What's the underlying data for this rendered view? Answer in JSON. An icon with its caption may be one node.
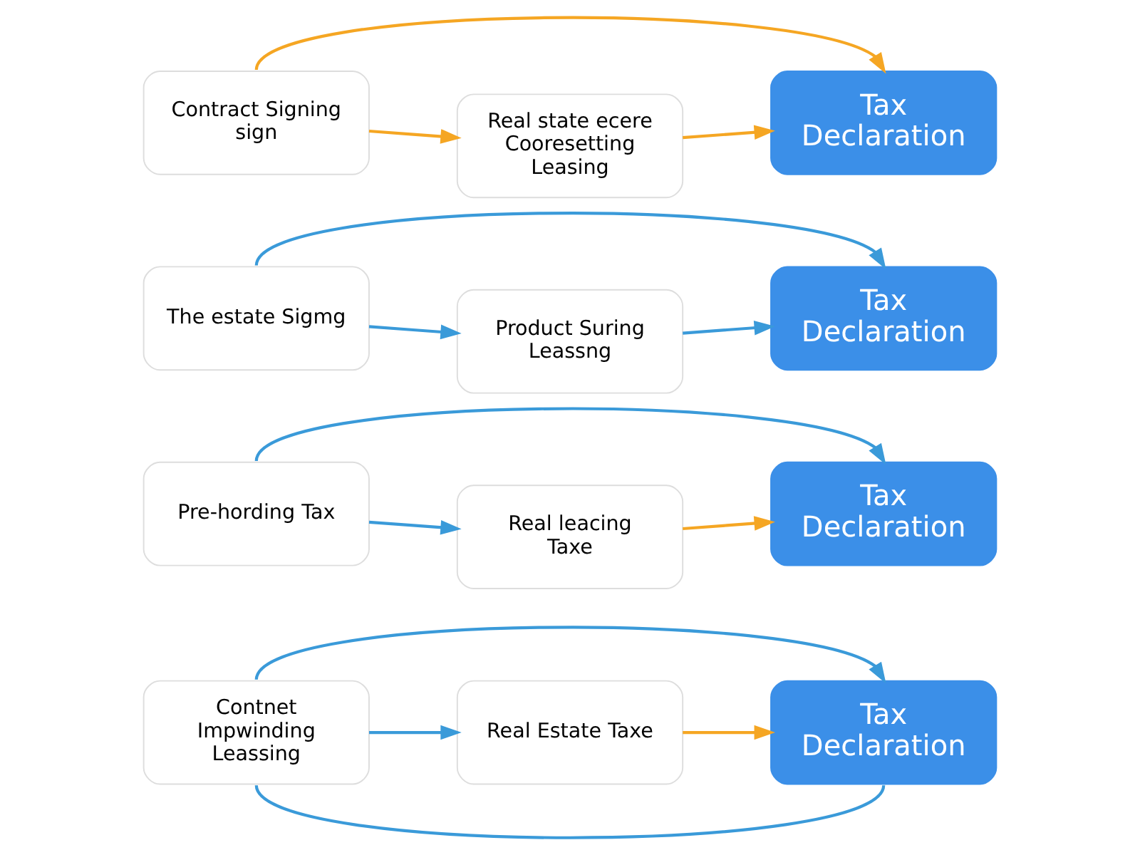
{
  "diagram": {
    "nodes": [
      {
        "text": [
          "Contract Signing sign"
        ]
      },
      {
        "text": [
          "Real state ecere Cooresetting Leasing"
        ]
      },
      {
        "text": [
          "Tax Declaration"
        ]
      },
      {
        "text": [
          "The estate Sigmg"
        ]
      },
      {
        "text": [
          "Product Suring Leassng"
        ]
      },
      {
        "text": [
          "Tax Declaration"
        ]
      },
      {
        "text": [
          "Pre-hording Tax"
        ]
      },
      {
        "text": [
          "Real leacing Taxe"
        ]
      },
      {
        "text": [
          "Tax Declaration"
        ]
      },
      {
        "text": [
          "Contnet Impwinding Leassing"
        ]
      },
      {
        "text": [
          "Real Estate Taxe"
        ]
      },
      {
        "text": [
          "Tax Declaration"
        ]
      }
    ],
    "edges": [
      {
        "from": 0,
        "to": 1,
        "arrow": "to",
        "color": "#f5a623"
      },
      {
        "from": 1,
        "to": 2,
        "arrow": "to",
        "color": "#f5a623"
      },
      {
        "from": 0,
        "to": 2,
        "arrow": "to",
        "color": "#f5a623"
      },
      {
        "from": 3,
        "to": 4,
        "arrow": "to"
      },
      {
        "from": 4,
        "to": 5,
        "arrow": "to"
      },
      {
        "from": 3,
        "to": 5,
        "arrow": "to"
      },
      {
        "from": 6,
        "to": 7,
        "arrow": "to"
      },
      {
        "from": 7,
        "to": 8,
        "arrow": "to",
        "color": "#f5a623"
      },
      {
        "from": 6,
        "to": 8,
        "arrow": "to"
      },
      {
        "from": 9,
        "to": 10,
        "arrow": "to"
      },
      {
        "from": 10,
        "to": 11,
        "arrow": "to",
        "color": "#f5a623"
      },
      {
        "from": 9,
        "to": 11,
        "arrow": "to"
      },
      {
        "from": 9,
        "to": 11,
        "arrow": "none"
      }
    ]
  }
}
